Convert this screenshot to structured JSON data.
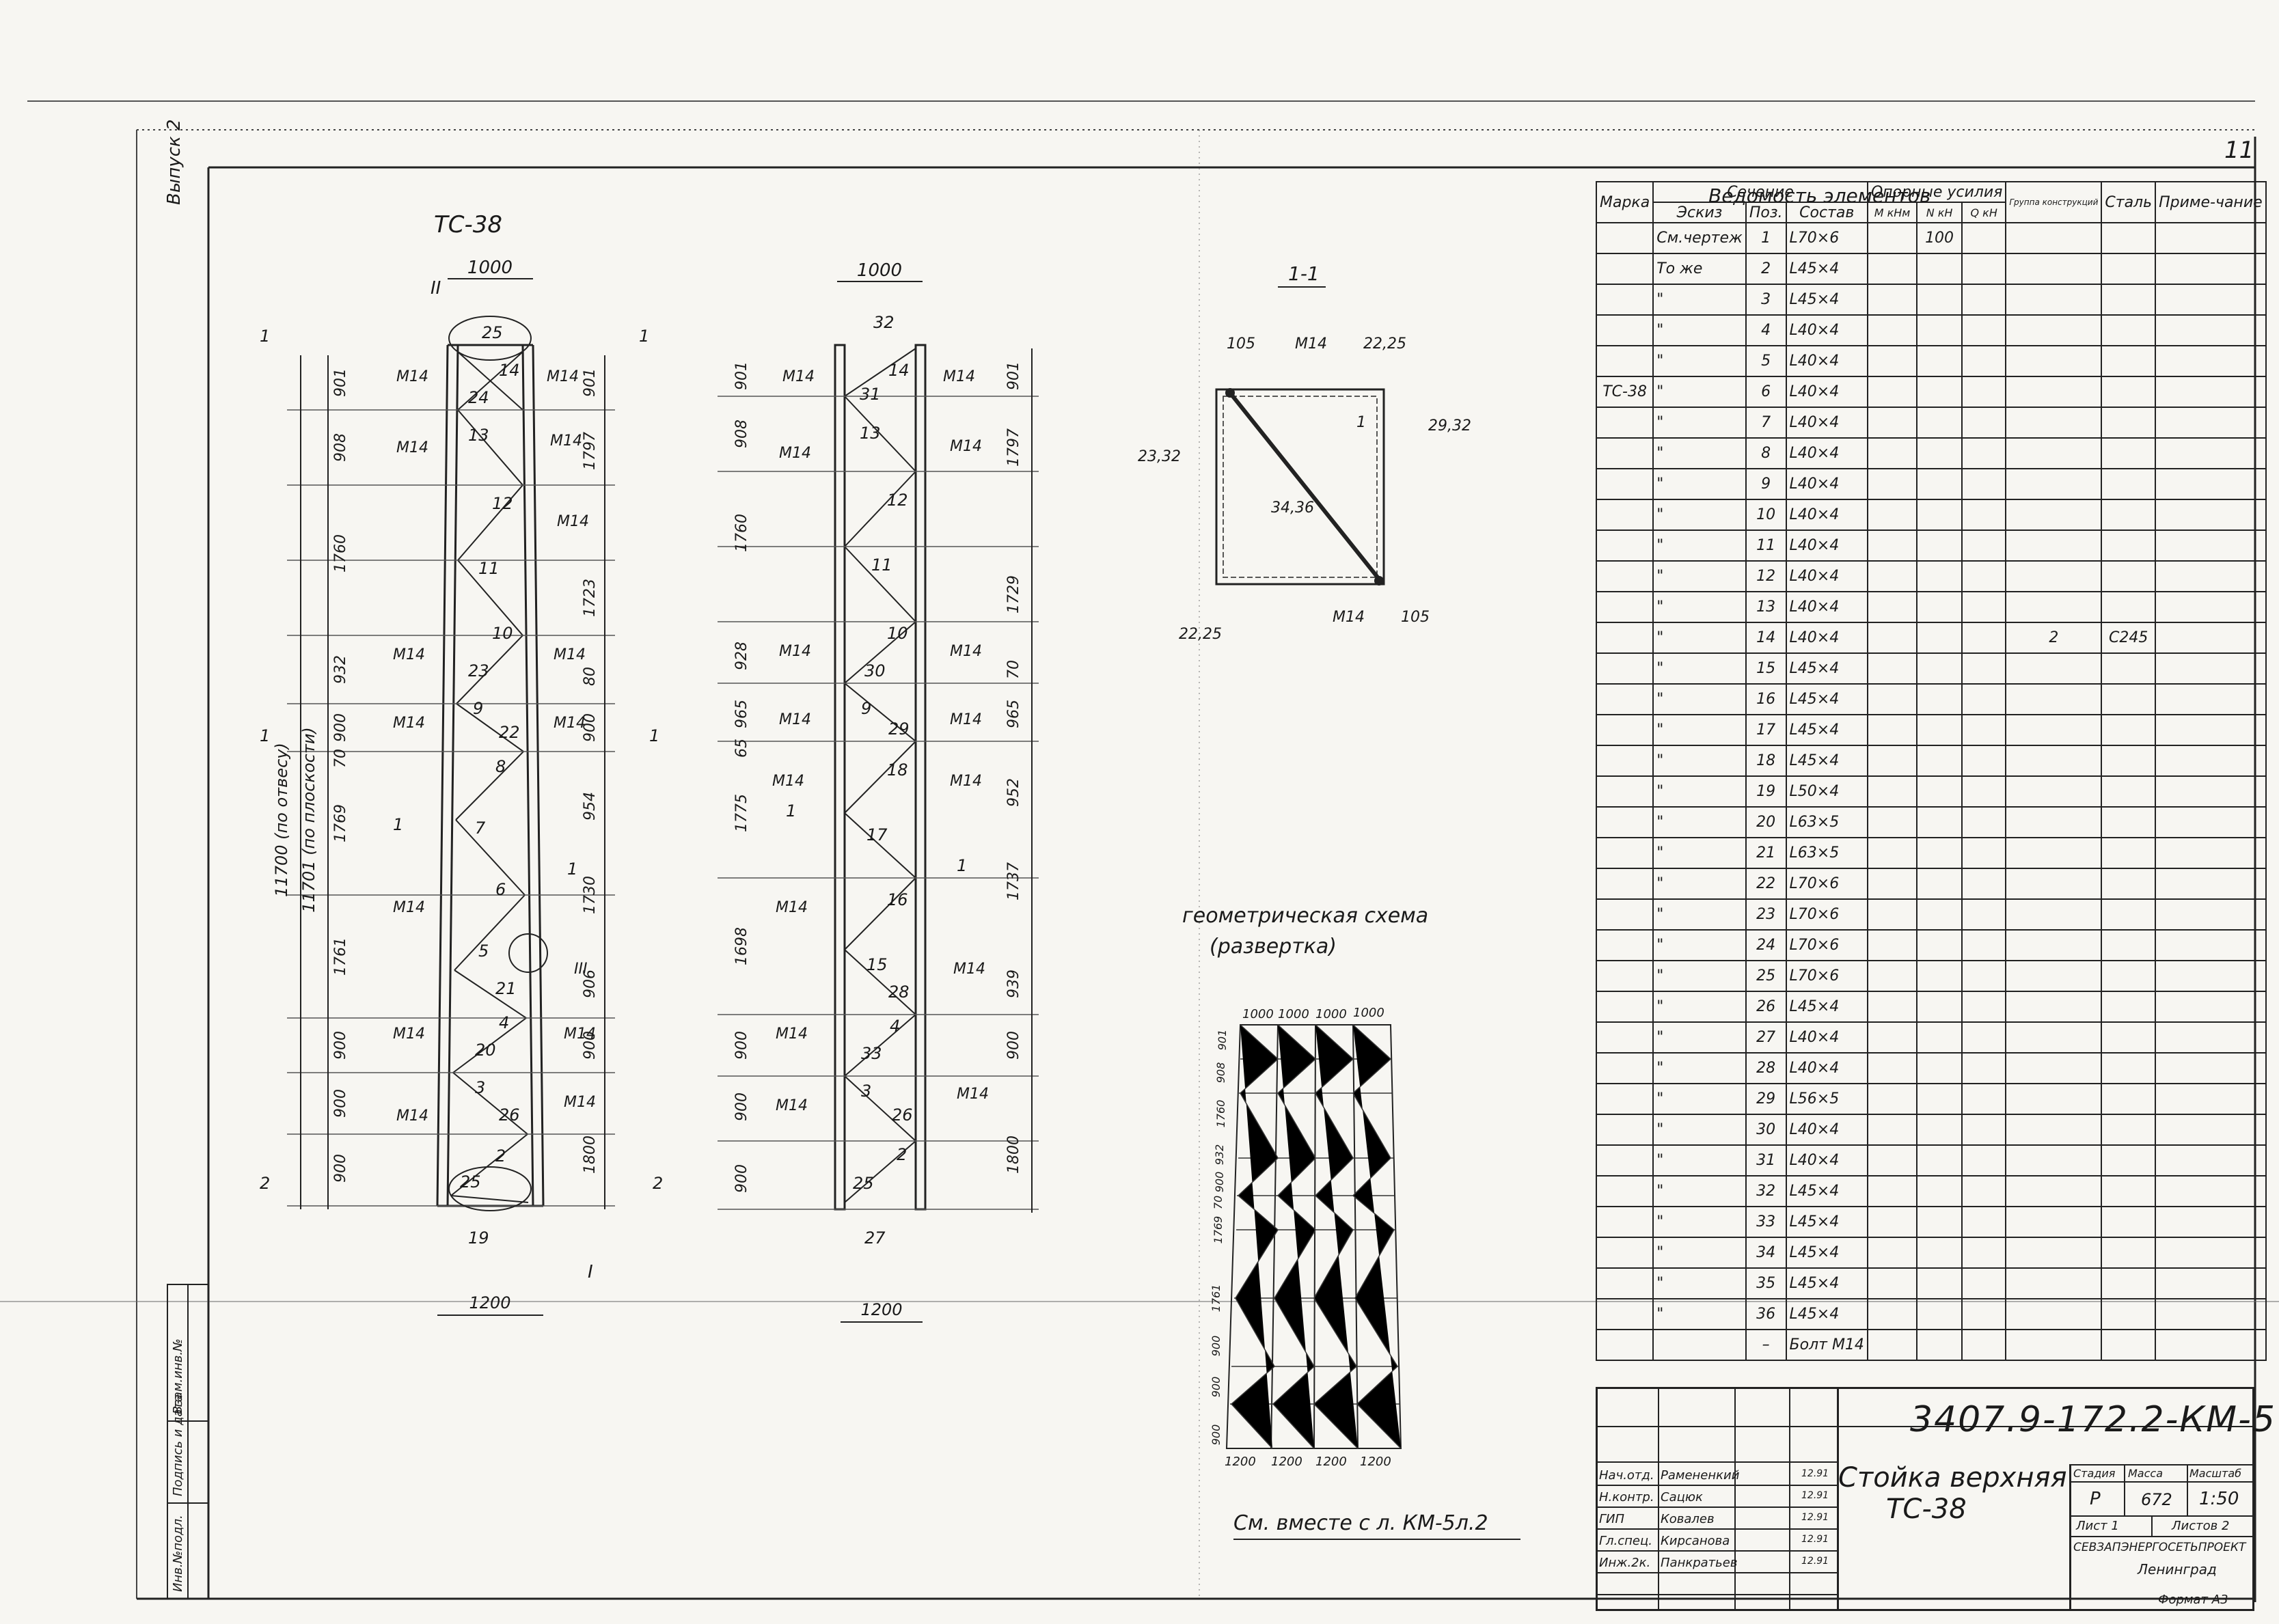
{
  "sheet_number": "11",
  "vypusk": "Выпуск 2",
  "left_strip": [
    "Инв.№подл.",
    "Подпись и дата",
    "Взам.инв.№"
  ],
  "drawing_a": {
    "title": "ТС-38",
    "width": "1000",
    "bottom_width": "1200",
    "node_II": "II",
    "node_I": "I",
    "node_III": "III",
    "cut_1": "1",
    "cut_2": "2",
    "height_vertical": "11700 (по отвесу)",
    "height_plane": "11701 (по плоскости)",
    "left_dims": [
      "901",
      "908",
      "1760",
      "932",
      "900",
      "70",
      "1769",
      "1761",
      "900",
      "900",
      "900"
    ],
    "right_dims": [
      "901",
      "1797",
      "1723",
      "80",
      "900",
      "954",
      "1730",
      "906",
      "900",
      "1800"
    ],
    "bolt": "М14",
    "positions": [
      "25",
      "14",
      "24",
      "13",
      "12",
      "11",
      "10",
      "23",
      "9",
      "22",
      "8",
      "7",
      "6",
      "5",
      "21",
      "4",
      "20",
      "3",
      "26",
      "2",
      "25",
      "1",
      "1",
      "19"
    ]
  },
  "drawing_b": {
    "width": "1000",
    "bottom_width": "1200",
    "left_dims": [
      "901",
      "908",
      "1760",
      "928",
      "965",
      "65",
      "1775",
      "1698",
      "900",
      "900",
      "900"
    ],
    "right_dims": [
      "901",
      "1797",
      "1729",
      "70",
      "965",
      "952",
      "1737",
      "939",
      "900",
      "1800"
    ],
    "positions": [
      "32",
      "14",
      "31",
      "13",
      "12",
      "11",
      "10",
      "30",
      "9",
      "29",
      "18",
      "17",
      "16",
      "15",
      "28",
      "4",
      "33",
      "3",
      "26",
      "2",
      "25",
      "27",
      "1",
      "1"
    ]
  },
  "section": {
    "title": "1-1",
    "labels": [
      "105",
      "М14",
      "22,25",
      "1",
      "29,32",
      "23,32",
      "34,36",
      "22,25",
      "М14",
      "105"
    ]
  },
  "geometry": {
    "title": "геометрическая схема",
    "subtitle": "(развертка)",
    "top": [
      "1000",
      "1000",
      "1000",
      "1000"
    ],
    "bottom": [
      "1200",
      "1200",
      "1200",
      "1200"
    ],
    "left": [
      "900",
      "900",
      "900",
      "1761",
      "1769",
      "70",
      "900",
      "932",
      "1760",
      "908",
      "901"
    ]
  },
  "note": "См. вместе с л. КМ-5л.2",
  "table": {
    "title": "Ведомость элементов",
    "h_marka": "Марка",
    "h_section": "Сечение",
    "h_sketch": "Эскиз",
    "h_pos": "Поз.",
    "h_sostav": "Состав",
    "h_forces": "Опорные усилия",
    "h_n": "N кН",
    "h_m": "М кНм",
    "h_q": "Q кН",
    "h_group": "Группа конструкций",
    "h_steel": "Сталь",
    "h_note": "Приме-чание",
    "marka": "ТС-38",
    "group": "2",
    "steel": "С245",
    "force_n": "100",
    "rows": [
      {
        "sketch": "См.чертеж",
        "pos": "1",
        "sostav": "L70×6"
      },
      {
        "sketch": "То же",
        "pos": "2",
        "sostav": "L45×4"
      },
      {
        "sketch": "\"",
        "pos": "3",
        "sostav": "L45×4"
      },
      {
        "sketch": "\"",
        "pos": "4",
        "sostav": "L40×4"
      },
      {
        "sketch": "\"",
        "pos": "5",
        "sostav": "L40×4"
      },
      {
        "sketch": "\"",
        "pos": "6",
        "sostav": "L40×4"
      },
      {
        "sketch": "\"",
        "pos": "7",
        "sostav": "L40×4"
      },
      {
        "sketch": "\"",
        "pos": "8",
        "sostav": "L40×4"
      },
      {
        "sketch": "\"",
        "pos": "9",
        "sostav": "L40×4"
      },
      {
        "sketch": "\"",
        "pos": "10",
        "sostav": "L40×4"
      },
      {
        "sketch": "\"",
        "pos": "11",
        "sostav": "L40×4"
      },
      {
        "sketch": "\"",
        "pos": "12",
        "sostav": "L40×4"
      },
      {
        "sketch": "\"",
        "pos": "13",
        "sostav": "L40×4"
      },
      {
        "sketch": "\"",
        "pos": "14",
        "sostav": "L40×4"
      },
      {
        "sketch": "\"",
        "pos": "15",
        "sostav": "L45×4"
      },
      {
        "sketch": "\"",
        "pos": "16",
        "sostav": "L45×4"
      },
      {
        "sketch": "\"",
        "pos": "17",
        "sostav": "L45×4"
      },
      {
        "sketch": "\"",
        "pos": "18",
        "sostav": "L45×4"
      },
      {
        "sketch": "\"",
        "pos": "19",
        "sostav": "L50×4"
      },
      {
        "sketch": "\"",
        "pos": "20",
        "sostav": "L63×5"
      },
      {
        "sketch": "\"",
        "pos": "21",
        "sostav": "L63×5"
      },
      {
        "sketch": "\"",
        "pos": "22",
        "sostav": "L70×6"
      },
      {
        "sketch": "\"",
        "pos": "23",
        "sostav": "L70×6"
      },
      {
        "sketch": "\"",
        "pos": "24",
        "sostav": "L70×6"
      },
      {
        "sketch": "\"",
        "pos": "25",
        "sostav": "L70×6"
      },
      {
        "sketch": "\"",
        "pos": "26",
        "sostav": "L45×4"
      },
      {
        "sketch": "\"",
        "pos": "27",
        "sostav": "L40×4"
      },
      {
        "sketch": "\"",
        "pos": "28",
        "sostav": "L40×4"
      },
      {
        "sketch": "\"",
        "pos": "29",
        "sostav": "L56×5"
      },
      {
        "sketch": "\"",
        "pos": "30",
        "sostav": "L40×4"
      },
      {
        "sketch": "\"",
        "pos": "31",
        "sostav": "L40×4"
      },
      {
        "sketch": "\"",
        "pos": "32",
        "sostav": "L45×4"
      },
      {
        "sketch": "\"",
        "pos": "33",
        "sostav": "L45×4"
      },
      {
        "sketch": "\"",
        "pos": "34",
        "sostav": "L45×4"
      },
      {
        "sketch": "\"",
        "pos": "35",
        "sostav": "L45×4"
      },
      {
        "sketch": "\"",
        "pos": "36",
        "sostav": "L45×4"
      },
      {
        "sketch": "",
        "pos": "–",
        "sostav": "Болт М14"
      }
    ]
  },
  "stamp": {
    "doc_code": "3407.9-172.2-КМ-5",
    "title_line1": "Стойка верхняя",
    "title_line2": "ТС-38",
    "stadia_label": "Стадия",
    "massa_label": "Масса",
    "masshtab_label": "Масштаб",
    "stadia": "Р",
    "massa": "672",
    "masshtab": "1:50",
    "list": "Лист 1",
    "listov": "Листов 2",
    "org": "СЕВЗАПЭНЕРГОСЕТЬПРОЕКТ",
    "city": "Ленинград",
    "format": "Формат А3",
    "people": [
      {
        "role": "Нач.отд.",
        "name": "Рамененкий",
        "date": "12.91"
      },
      {
        "role": "Н.контр.",
        "name": "Сацюк",
        "date": "12.91"
      },
      {
        "role": "ГИП",
        "name": "Ковалев",
        "date": "12.91"
      },
      {
        "role": "Гл.спец.",
        "name": "Кирсанова",
        "date": "12.91"
      },
      {
        "role": "Инж.2к.",
        "name": "Панкратьев",
        "date": "12.91"
      }
    ]
  }
}
